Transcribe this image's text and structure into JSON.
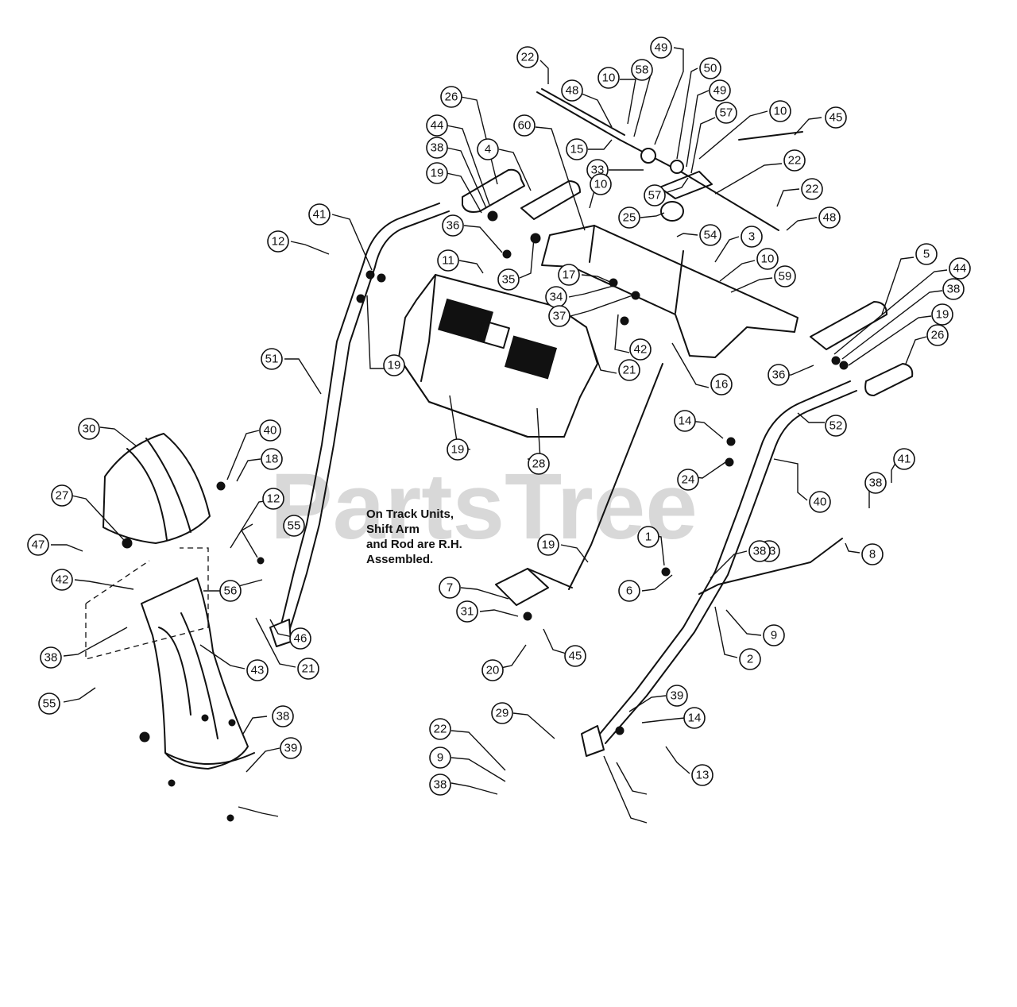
{
  "watermark": "PartsTree",
  "note": {
    "lines": [
      "On Track Units,",
      "Shift Arm",
      "and Rod are R.H.",
      "Assembled."
    ]
  },
  "callouts": [
    "22",
    "48",
    "10",
    "58",
    "49",
    "50",
    "49",
    "57",
    "10",
    "45",
    "26",
    "60",
    "44",
    "38",
    "4",
    "19",
    "15",
    "33",
    "57",
    "22",
    "22",
    "25",
    "48",
    "10",
    "36",
    "54",
    "3",
    "41",
    "12",
    "11",
    "35",
    "17",
    "34",
    "37",
    "10",
    "59",
    "5",
    "44",
    "38",
    "19",
    "26",
    "42",
    "21",
    "16",
    "36",
    "51",
    "19",
    "52",
    "30",
    "40",
    "18",
    "19",
    "28",
    "14",
    "41",
    "12",
    "24",
    "40",
    "38",
    "27",
    "55",
    "47",
    "23",
    "19",
    "56",
    "8",
    "1",
    "38",
    "42",
    "7",
    "6",
    "31",
    "9",
    "38",
    "43",
    "21",
    "46",
    "45",
    "20",
    "2",
    "55",
    "38",
    "29",
    "39",
    "14",
    "39",
    "22",
    "13",
    "9",
    "38"
  ]
}
